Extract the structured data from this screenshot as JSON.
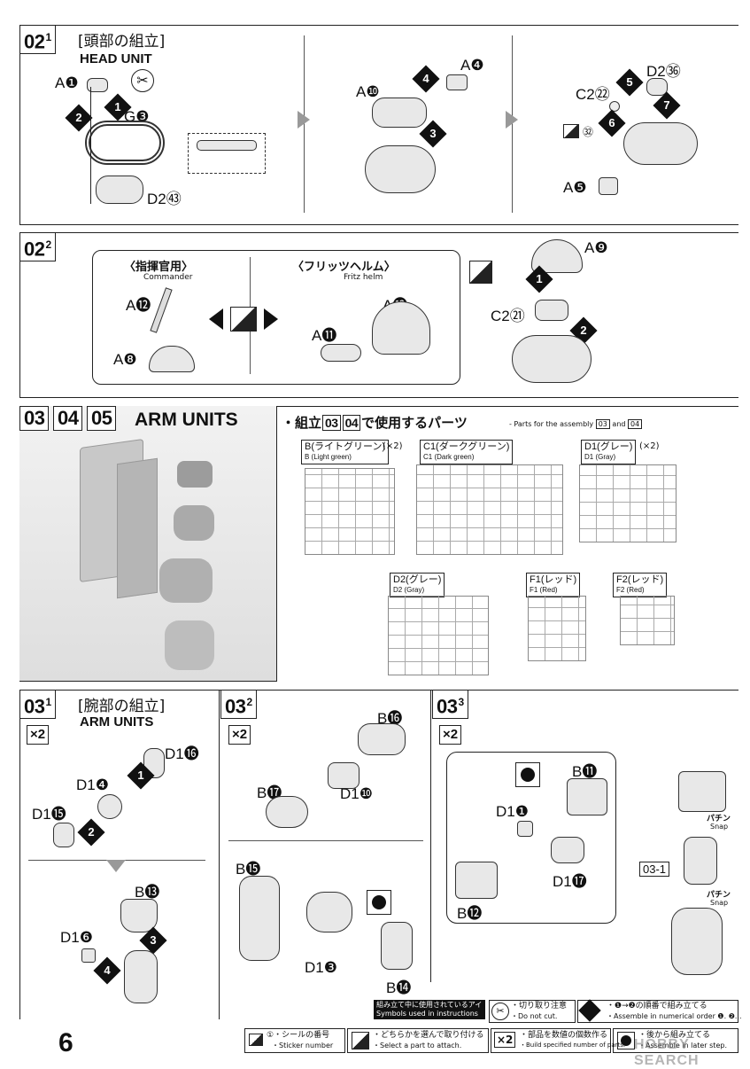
{
  "steps": {
    "s021": {
      "major": "02",
      "minor": "1",
      "title_jp": "[頭部の組立]",
      "title_en": "HEAD UNIT"
    },
    "s022": {
      "major": "02",
      "minor": "2"
    },
    "arms": {
      "b1": "03",
      "b2": "04",
      "b3": "05",
      "title_en": "ARM UNITS"
    },
    "s031": {
      "major": "03",
      "minor": "1",
      "title_jp": "[腕部の組立]",
      "title_en": "ARM UNITS"
    },
    "s032": {
      "major": "03",
      "minor": "2"
    },
    "s033": {
      "major": "03",
      "minor": "3"
    }
  },
  "head": {
    "parts": [
      "A❶",
      "G❸",
      "D2㊸",
      "A❿",
      "A❹",
      "D2㊱",
      "C2㉒",
      "A❺"
    ],
    "sticker": "㉜"
  },
  "helmet": {
    "commander_jp": "〈指揮官用〉",
    "commander_en": "Commander",
    "fritz_jp": "〈フリッツヘルム〉",
    "fritz_en": "Fritz helm",
    "parts_left": [
      "A⓬",
      "A❽"
    ],
    "parts_right": [
      "A⓭",
      "A⓫"
    ],
    "parts_main": [
      "A❾",
      "C2㉑"
    ]
  },
  "runners": {
    "heading_jp": "・組立",
    "heading_b1": "03",
    "heading_b2": "04",
    "heading_jp2": "で使用するパーツ",
    "heading_en": "- Parts for the assembly",
    "heading_en_and": "and",
    "items": [
      {
        "jp": "B(ライトグリーン)",
        "en": "B (Light green)",
        "count": "(×2)"
      },
      {
        "jp": "C1(ダークグリーン)",
        "en": "C1 (Dark green)",
        "count": ""
      },
      {
        "jp": "D1(グレー)",
        "en": "D1 (Gray)",
        "count": "(×2)"
      },
      {
        "jp": "D2(グレー)",
        "en": "D2 (Gray)",
        "count": ""
      },
      {
        "jp": "F1(レッド)",
        "en": "F1 (Red)",
        "count": ""
      },
      {
        "jp": "F2(レッド)",
        "en": "F2 (Red)",
        "count": ""
      }
    ]
  },
  "arm": {
    "x2": "×2",
    "s031_parts": [
      "D1⓰",
      "D1❹",
      "D1⓯",
      "B⓭",
      "D1❻"
    ],
    "s032_parts": [
      "B⓰",
      "B⓱",
      "D1❿",
      "B⓯",
      "D1❸",
      "B⓮"
    ],
    "s033_parts": [
      "B⓫",
      "D1❶",
      "D1⓱",
      "B⓬"
    ],
    "ref": "03-1",
    "snap_jp": "パチン",
    "snap_en": "Snap"
  },
  "legend": {
    "title_jp": "組み立て中に使用されているアイコン",
    "title_en": "Symbols used in instructions",
    "items": [
      {
        "jp": "・切り取り注意",
        "en": "・Do not cut."
      },
      {
        "jp": "・❶→❷の順番で組み立てる",
        "en": "・Assemble in numerical order ❶. ❷..."
      },
      {
        "jp": "①・シールの番号",
        "en": "・Sticker number"
      },
      {
        "jp": "・どちらかを選んで取り付ける",
        "en": "・Select a part to attach."
      },
      {
        "jp": "・部品を数値の個数作る",
        "en": "・Build specified number of parts."
      },
      {
        "jp": "・後から組み立てる",
        "en": "・Assemble in later step."
      }
    ]
  },
  "page_number": "6",
  "watermark": "HOBBY SEARCH"
}
